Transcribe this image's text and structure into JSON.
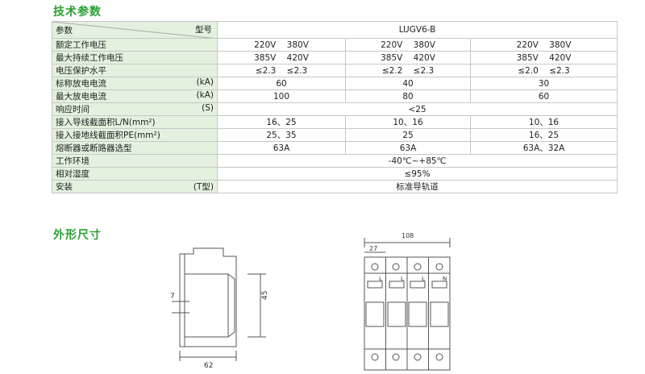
{
  "sections": {
    "specs": "技术参数",
    "dimensions": "外形尺寸"
  },
  "table": {
    "header": {
      "param": "参数",
      "model": "型号",
      "value": "LUGV6-B"
    },
    "rows": [
      {
        "label": "额定工作电压",
        "unit": "",
        "cells": [
          "220V    380V",
          "220V    380V",
          "220V    380V"
        ]
      },
      {
        "label": "最大持续工作电压",
        "unit": "",
        "cells": [
          "385V    420V",
          "385V    420V",
          "385V    420V"
        ]
      },
      {
        "label": "电压保护水平",
        "unit": "",
        "cells": [
          "≤2.3    ≤2.3",
          "≤2.2    ≤2.3",
          "≤2.0    ≤2.3"
        ]
      },
      {
        "label": "标称放电电流",
        "unit": "(kA)",
        "cells": [
          "60",
          "40",
          "30"
        ]
      },
      {
        "label": "最大放电电流",
        "unit": "(kA)",
        "cells": [
          "100",
          "80",
          "60"
        ]
      },
      {
        "label": "响应时间",
        "unit": "(S)",
        "cells": [
          "<25"
        ]
      },
      {
        "label": "接入导线截面积L/N(mm²)",
        "unit": "",
        "cells": [
          "16、25",
          "10、16",
          "10、16"
        ]
      },
      {
        "label": "接入接地线截面积PE(mm²)",
        "unit": "",
        "cells": [
          "25、35",
          "25",
          "16、25"
        ]
      },
      {
        "label": "熔断器或断路器选型",
        "unit": "",
        "cells": [
          "63A",
          "63A",
          "63A、32A"
        ]
      },
      {
        "label": "工作环境",
        "unit": "",
        "cells": [
          "-40℃~+85℃"
        ]
      },
      {
        "label": "相对湿度",
        "unit": "",
        "cells": [
          "≤95%"
        ]
      },
      {
        "label": "安装",
        "unit": "(T型)",
        "cells": [
          "标准导轨道"
        ]
      }
    ]
  },
  "side_view": {
    "dim_height": "45",
    "dim_width": "62",
    "dim_small": "7"
  },
  "front_view": {
    "dim_total": "108",
    "dim_module": "27",
    "marks": [
      "L",
      "L",
      "L",
      "N"
    ]
  }
}
